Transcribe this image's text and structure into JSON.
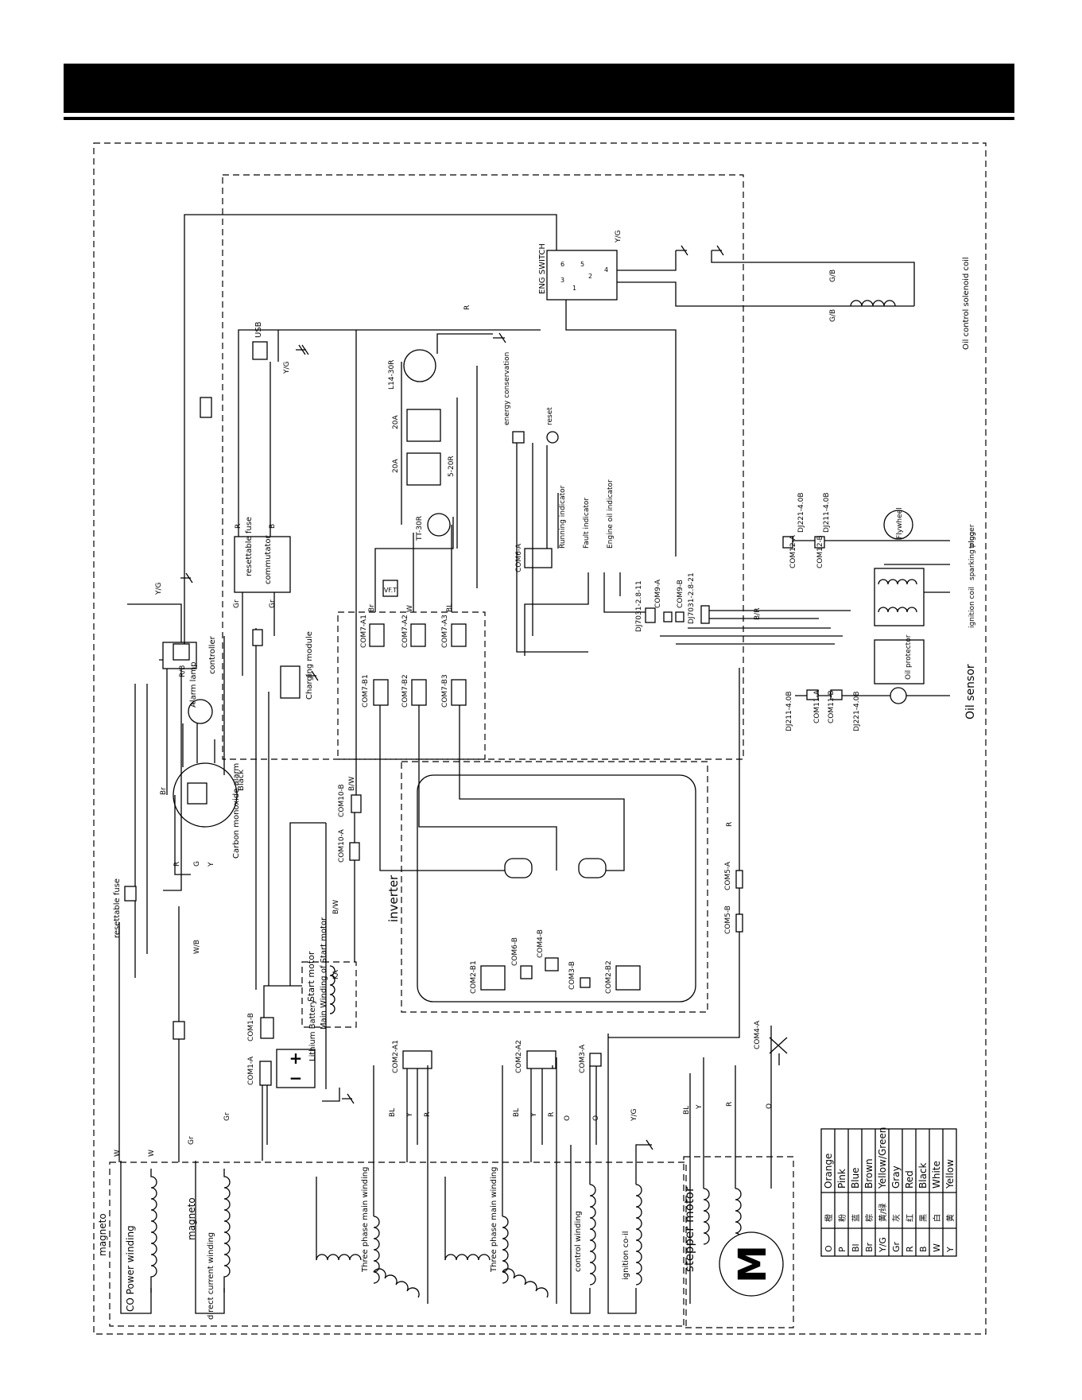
{
  "labels": {
    "magneto_outer": "magneto",
    "magneto_inner": "magneto",
    "co_power_winding": "CO Power winding",
    "direct_current_winding": "direct current winding",
    "three_phase_main_winding_1": "Three phase main winding",
    "three_phase_main_winding_2": "Three phase main winding",
    "control_winding": "control winding",
    "ignition_coil": "ignition co-il",
    "stepper_motor": "stepper motor",
    "motor_symbol": "M",
    "main_winding_start_motor": "Main Winding of Start motor",
    "start_motor": "Start motor",
    "lithium_battery": "Lithium Battery",
    "ka": "KA",
    "inverter": "inverter",
    "carbon_monoxide_alarm": "Carbon monoxide alarm",
    "resettable_fuse_1": "resettable fuse",
    "resettable_fuse_2": "resettable fuse",
    "black": "Black",
    "alarm_lamp": "Alarm lamp",
    "controller": "controller",
    "charging_module": "Charging module",
    "commutator": "commutator",
    "usb": "USB",
    "eng_switch": "ENG SWITCH",
    "oil_control_solenoid_coil": "Oil control solenoid coil",
    "l14_30r": "L14-30R",
    "tt_30r": "TT-30R",
    "r5_20r": "5-20R",
    "amp20_1": "20A",
    "amp20_2": "20A",
    "energy_conservation": "energy conservation",
    "reset": "reset",
    "running_indicator": "Running indicator",
    "fault_indicator": "Fault indicator",
    "engine_oil_indicator": "Engine oil indicator",
    "flywheel": "Flywheel",
    "trigger": "trigger",
    "sparking_plug": "sparking plug",
    "ignition_coil_2": "ignition coil",
    "oil_protector": "Oil protector",
    "oil_sensor": "Oil sensor",
    "vfit": "VF.T"
  },
  "connectors": {
    "com1_a": "COM1-A",
    "com1_b": "COM1-B",
    "com2_a1": "COM2-A1",
    "com2_a2": "COM2-A2",
    "com2_b1": "COM2-B1",
    "com2_b2": "COM2-B2",
    "com3_a": "COM3-A",
    "com3_b": "COM3-B",
    "com4_a": "COM4-A",
    "com4_b": "COM4-B",
    "com5_a": "COM5-A",
    "com5_b": "COM5-B",
    "com6_a": "COM6-A",
    "com6_b": "COM6-B",
    "com7_a1": "COM7-A1",
    "com7_a2": "COM7-A2",
    "com7_a3": "COM7-A3",
    "com7_b1": "COM7-B1",
    "com7_b2": "COM7-B2",
    "com7_b3": "COM7-B3",
    "com9_a": "COM9-A",
    "com9_b": "COM9-B",
    "com10_a": "COM10-A",
    "com10_b": "COM10-B",
    "com11_a": "COM11-A",
    "com11_b": "COM11-B",
    "com12_a": "COM12-A",
    "com12_b": "COM12-B",
    "dj7031_11": "DJ7031-2.8-11",
    "dj7031_21": "DJ7031-2.8-21",
    "dj221_4_1": "DJ221-4.0B",
    "dj211_4_1": "DJ211-4.0B",
    "dj211_4_2": "DJ211-4.0B",
    "dj221_4_2": "DJ221-4.0B"
  },
  "wire_codes": {
    "W": "W",
    "Gr": "Gr",
    "Bl": "BL",
    "Y": "Y",
    "R": "R",
    "O": "O",
    "B": "B",
    "Br": "Br",
    "YG": "Y/G",
    "BW": "B/W",
    "WB": "W/B",
    "RB": "R/B",
    "BR": "B/R",
    "GB": "G/B",
    "G": "G"
  },
  "switch_terminals": [
    "3",
    "6",
    "5",
    "1",
    "2",
    "4"
  ],
  "color_legend": [
    {
      "code": "O",
      "cn": "橙",
      "name": "Orange"
    },
    {
      "code": "P",
      "cn": "粉",
      "name": "Pink"
    },
    {
      "code": "Bl",
      "cn": "蓝",
      "name": "Blue"
    },
    {
      "code": "Br",
      "cn": "棕",
      "name": "Brown"
    },
    {
      "code": "Y/G",
      "cn": "黄/绿",
      "name": "Yellow/Green"
    },
    {
      "code": "Gr",
      "cn": "灰",
      "name": "Gray"
    },
    {
      "code": "R",
      "cn": "红",
      "name": "Red"
    },
    {
      "code": "B",
      "cn": "黑",
      "name": "Black"
    },
    {
      "code": "W",
      "cn": "白",
      "name": "White"
    },
    {
      "code": "Y",
      "cn": "黄",
      "name": "Yellow"
    }
  ]
}
